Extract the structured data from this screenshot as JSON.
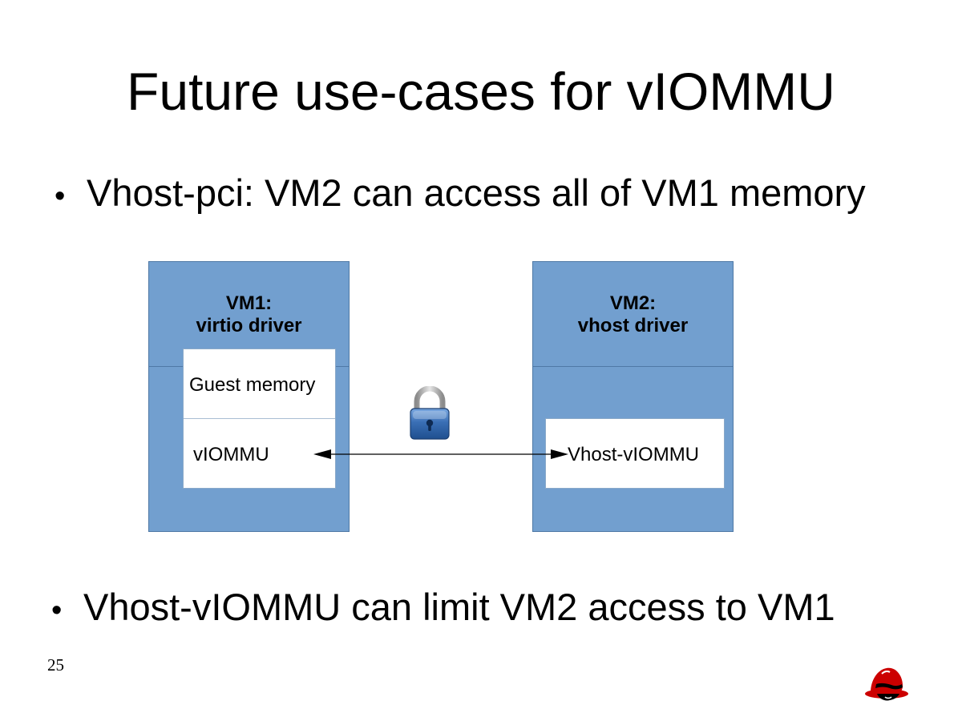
{
  "slide": {
    "title": "Future use-cases for vIOMMU",
    "bullets": [
      {
        "marker": "•",
        "text": "Vhost-pci: VM2 can access all of VM1 memory"
      },
      {
        "marker": "•",
        "text": "Vhost-vIOMMU can limit VM2 access to VM1"
      }
    ],
    "page_number": "25"
  },
  "diagram": {
    "vm1": {
      "title_line1": "VM1:",
      "title_line2": "virtio driver",
      "guest_memory_label": "Guest memory",
      "viommu_label": "vIOMMU"
    },
    "vm2": {
      "title_line1": "VM2:",
      "title_line2": "vhost driver",
      "vhost_viommu_label": "Vhost-vIOMMU"
    },
    "icons": {
      "lock": "padlock-icon",
      "logo": "red-hat-shadowman-icon"
    },
    "colors": {
      "vm_box_fill": "#729fcf",
      "vm_box_border": "#4f79a6",
      "inner_box_fill": "#ffffff",
      "arrow": "#000000",
      "lock_body": "#3a6fb5",
      "lock_shackle": "#b8b8b8",
      "logo_red": "#cc0000"
    }
  }
}
